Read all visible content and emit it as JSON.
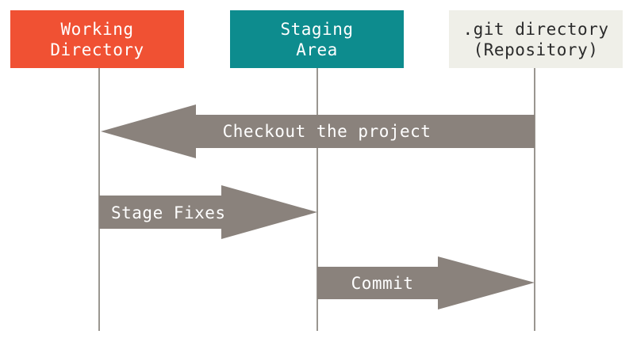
{
  "nodes": {
    "working": {
      "line1": "Working",
      "line2": "Directory",
      "color": "#f05133"
    },
    "staging": {
      "line1": "Staging",
      "line2": "Area",
      "color": "#0d8c8e"
    },
    "repo": {
      "line1": ".git directory",
      "line2": "(Repository)",
      "color": "#efefe8"
    }
  },
  "arrows": {
    "checkout": {
      "label": "Checkout the project",
      "color": "#8a827c"
    },
    "stage": {
      "label": "Stage Fixes",
      "color": "#8a827c"
    },
    "commit": {
      "label": "Commit",
      "color": "#8a827c"
    }
  },
  "lifeline_color": "#9a9690"
}
